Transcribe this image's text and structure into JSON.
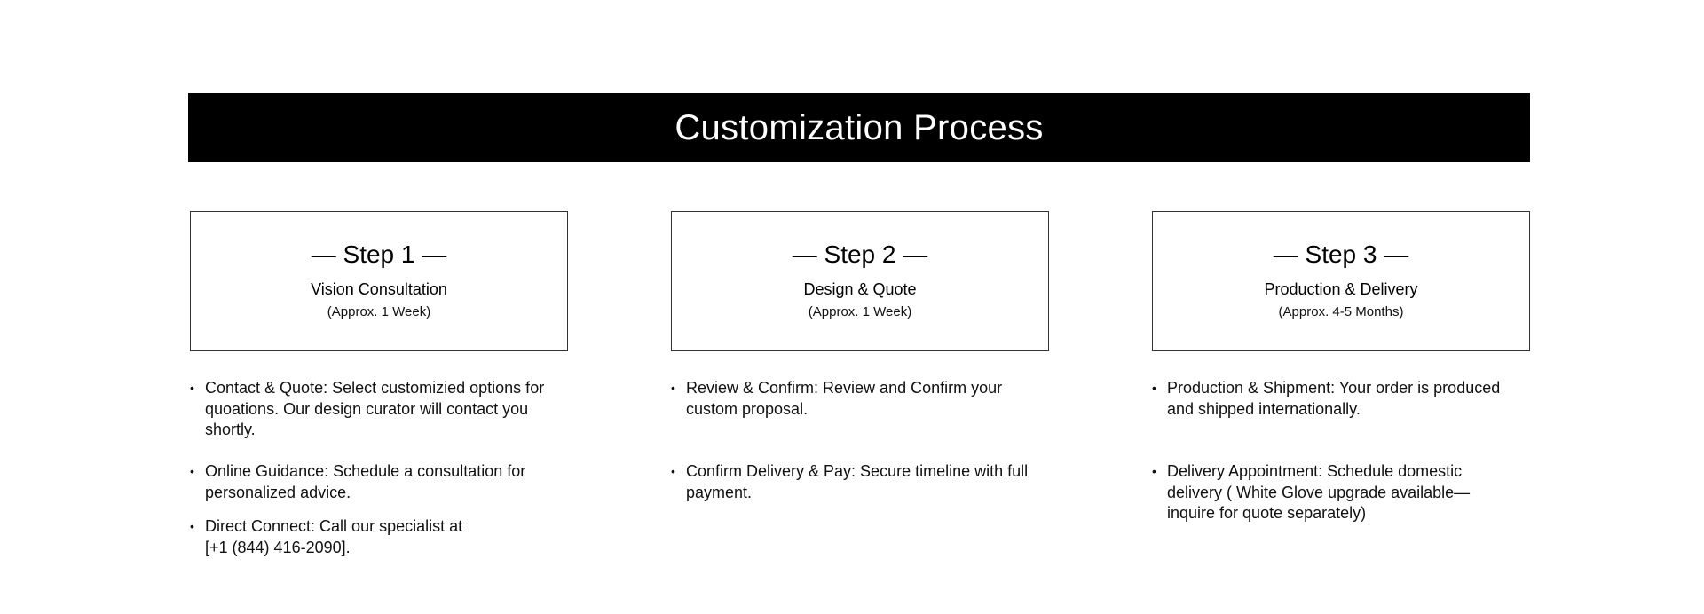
{
  "banner": {
    "title": "Customization Process"
  },
  "steps": [
    {
      "heading": "— Step 1 —",
      "title": "Vision Consultation",
      "duration": "(Approx. 1 Week)",
      "bullets": [
        "Contact & Quote: Select customizied options for quoations. Our design curator will contact you shortly.",
        "Online Guidance: Schedule a consultation for personalized advice.",
        "Direct Connect: Call our specialist at [+1 (844) 416-2090]."
      ]
    },
    {
      "heading": "— Step 2 —",
      "title": "Design & Quote",
      "duration": "(Approx. 1 Week)",
      "bullets": [
        "Review & Confirm: Review and Confirm your custom proposal.",
        "Confirm Delivery & Pay: Secure timeline with full payment."
      ]
    },
    {
      "heading": "— Step 3 —",
      "title": "Production & Delivery",
      "duration": "(Approx. 4-5 Months)",
      "bullets": [
        "Production & Shipment: Your order is produced and shipped internationally.",
        "Delivery Appointment: Schedule domestic delivery ( White Glove upgrade available—inquire for quote separately)"
      ]
    }
  ],
  "bullet_symbol": "•"
}
